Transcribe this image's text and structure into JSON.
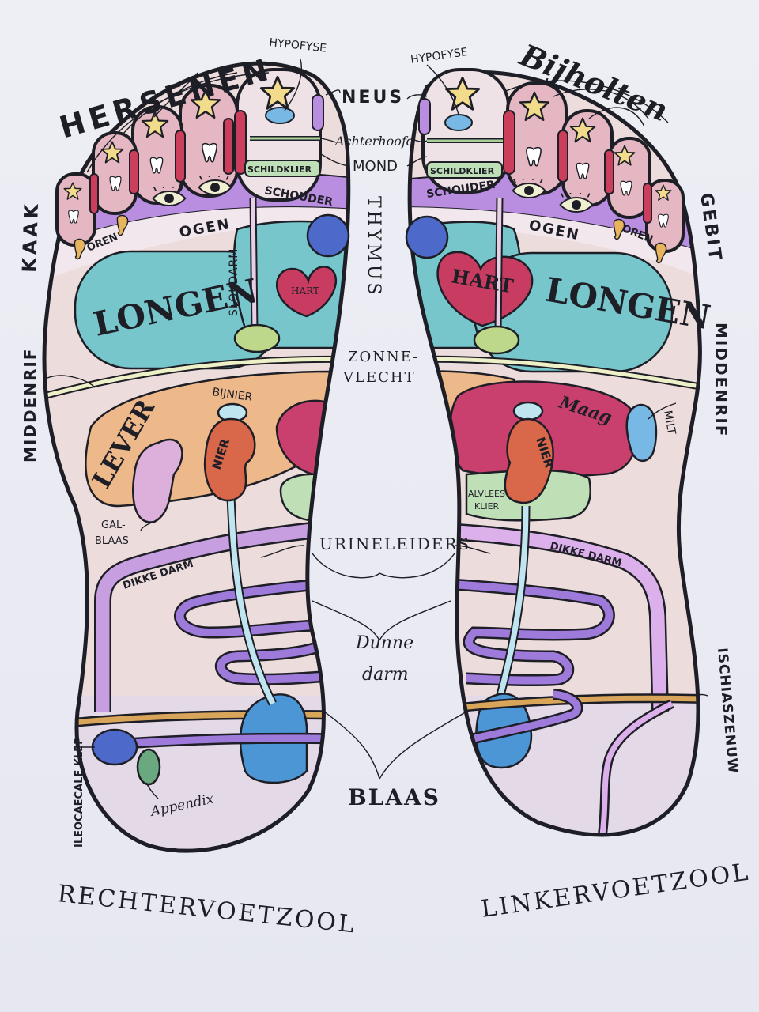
{
  "colors": {
    "outline": "#1e1e26",
    "toe_pink": "#e4b7c2",
    "toe_tip": "#efe2e6",
    "star": "#f2dc8c",
    "sinus_red": "#cc3f5c",
    "tooth_blue": "#a9d6e8",
    "shoulder_purple": "#b98de0",
    "eyes_band": "#f1e7ec",
    "lung_teal": "#76c6cc",
    "heart_red": "#c93c62",
    "thymus_blue": "#4d69c9",
    "sunplexus_green": "#bdd88a",
    "liver_orange": "#edb88a",
    "kidney_orange": "#d9674a",
    "stomach_pink": "#c93f6e",
    "spleen_blue": "#77b9e4",
    "pancreas_green": "#bfe0b7",
    "gallbladder_lilac": "#dcb0da",
    "colon_purple": "#c79ee0",
    "intestine_purple": "#9e7bdb",
    "bladder_blue": "#4c96d6",
    "nerve_orange": "#d9a55a",
    "sole_fill": "#ecdcdc",
    "heel_fill": "#e4d9e6"
  },
  "labels": {
    "hersenen": "HERSENEN",
    "hypofyse_left": "HYPOFYSE",
    "hypofyse_right": "HYPOFYSE",
    "neus": "NEUS",
    "bijholten": "Bijholten",
    "achterhoofd": "Achterhoofd",
    "mond": "MOND",
    "kaak": "KAAK",
    "gebit": "GEBIT",
    "schildklier_left": "SCHILDKLIER",
    "schildklier_right": "SCHILDKLIER",
    "schouder_left": "SCHOUDER",
    "schouder_right": "SCHOUDER",
    "thymus": "THYMUS",
    "oren_left": "OREN",
    "oren_right": "OREN",
    "ogen_left": "OGEN",
    "ogen_right": "OGEN",
    "longen_left": "LONGEN",
    "longen_right": "LONGEN",
    "slokdarm": "SLOKDARM",
    "hart_left": "HART",
    "hart_right": "HART",
    "middenrif_left": "MIDDENRIF",
    "middenrif_right": "MIDDENRIF",
    "zonnevlecht_1": "ZONNE-",
    "zonnevlecht_2": "VLECHT",
    "bijnier": "BIJNIER",
    "lever": "LEVER",
    "nier_left": "NIER",
    "nier_right": "NIER",
    "maag": "Maag",
    "milt": "MILT",
    "alvleesklier_1": "ALVLEES-",
    "alvleesklier_2": "KLIER",
    "galblaas_1": "GAL-",
    "galblaas_2": "BLAAS",
    "urineleiders": "URINELEIDERS",
    "dikke_darm_left": "DIKKE DARM",
    "dikke_darm_right": "DIKKE DARM",
    "dunne_1": "Dunne",
    "dunne_2": "darm",
    "ischiaszenuw": "ISCHIASZENUW",
    "ileocaecale": "ILEOCAECALE KLEP",
    "appendix": "Appendix",
    "blaas": "BLAAS",
    "rechtervoetzool": "RECHTERVOETZOOL",
    "linkervoetzool": "LINKERVOETZOOL"
  },
  "icons": {
    "star": "star-icon",
    "tooth": "tooth-icon",
    "eye": "eye-icon",
    "ear": "ear-icon"
  }
}
